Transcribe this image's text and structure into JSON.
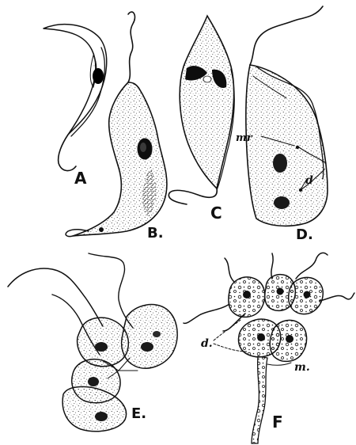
{
  "figure": {
    "panel_labels": {
      "a": "A",
      "b": "B.",
      "c": "C",
      "d": "D.",
      "e": "E.",
      "f": "F"
    },
    "annotations": {
      "d_mr": "mr",
      "d_d": "d",
      "f_d": "d.",
      "f_m": "m."
    }
  }
}
